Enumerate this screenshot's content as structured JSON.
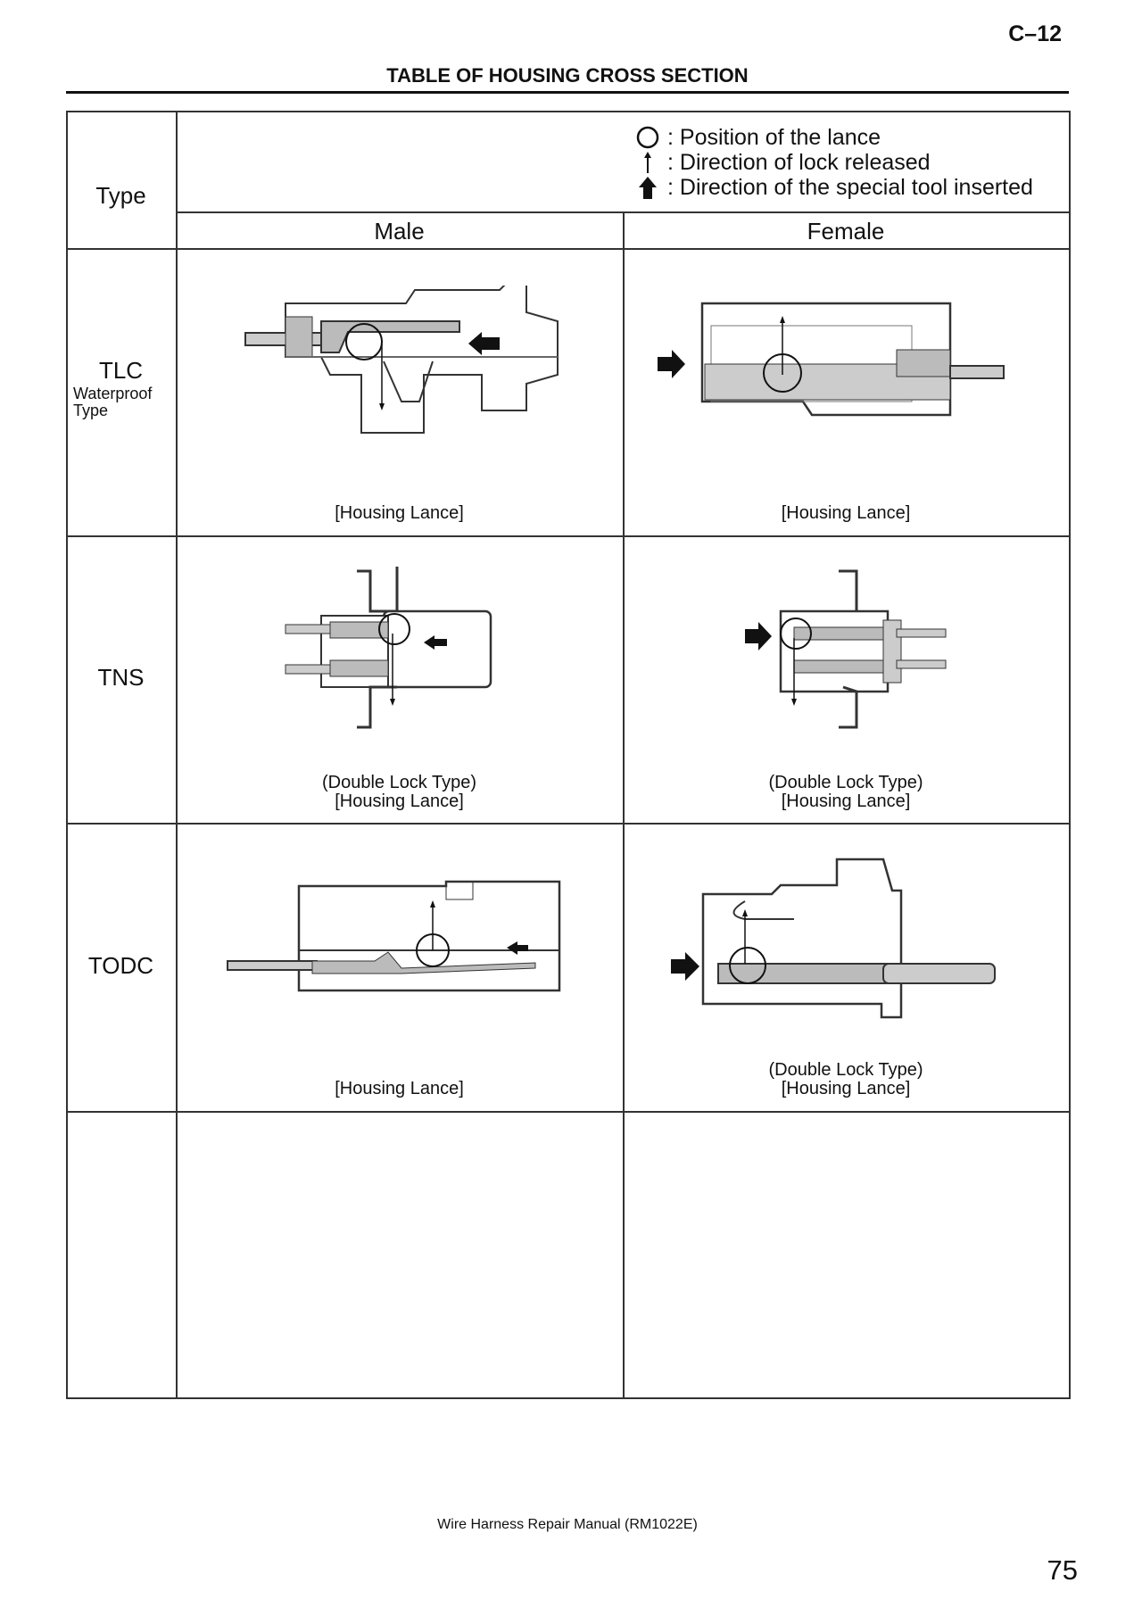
{
  "page_code": "C–12",
  "title": "TABLE OF HOUSING CROSS SECTION",
  "legend": [
    {
      "icon": "circle-icon",
      "text": ": Position of the lance"
    },
    {
      "icon": "thin-arrow-up-icon",
      "text": ": Direction of lock released"
    },
    {
      "icon": "bold-arrow-up-icon",
      "text": ": Direction of the special tool inserted"
    }
  ],
  "header": {
    "type": "Type",
    "male": "Male",
    "female": "Female"
  },
  "rows": [
    {
      "type": "TLC",
      "subtype": "Waterproof Type",
      "male_caption": [
        "[Housing Lance]"
      ],
      "female_caption": [
        "[Housing Lance]"
      ]
    },
    {
      "type": "TNS",
      "male_caption": [
        "(Double Lock Type)",
        "[Housing Lance]"
      ],
      "female_caption": [
        "(Double Lock Type)",
        "[Housing Lance]"
      ]
    },
    {
      "type": "TODC",
      "male_caption": [
        "[Housing Lance]"
      ],
      "female_caption": [
        "(Double Lock Type)",
        "[Housing Lance]"
      ]
    },
    {
      "type": ""
    }
  ],
  "footer": "Wire Harness Repair Manual (RM1022E)",
  "page_number": "75"
}
